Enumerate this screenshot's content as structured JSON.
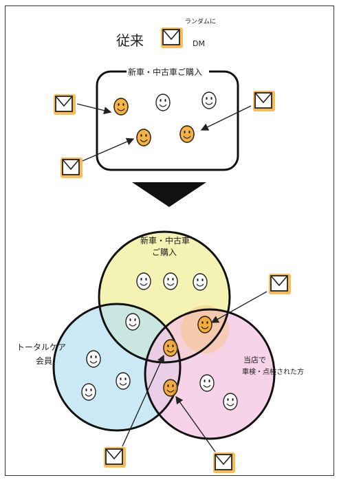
{
  "colors": {
    "ink": "#222222",
    "highlight_orange": "#f5a623",
    "envelope_fill": "#fde3b3",
    "venue_yellow": "#f2ef9a",
    "venue_blue": "#b9e2f0",
    "venue_pink": "#f4c4e3",
    "arrow_black": "#111111"
  },
  "top": {
    "title": "従来",
    "note_random": "ランダムに",
    "note_dm": "DM",
    "box_label": "新車・中古車ご購入"
  },
  "bottom": {
    "circle_new_car_label_line1": "新車・中古車",
    "circle_new_car_label_line2": "ご購入",
    "circle_total_care_label_line1": "トータルケア",
    "circle_total_care_label_line2": "会員",
    "circle_inspection_label_line1": "当店で",
    "circle_inspection_label_line2": "車検・点検された方"
  },
  "icons": {
    "envelope": "envelope-icon",
    "smiley": "smiley-face-icon",
    "arrow_down": "down-arrow-icon"
  }
}
